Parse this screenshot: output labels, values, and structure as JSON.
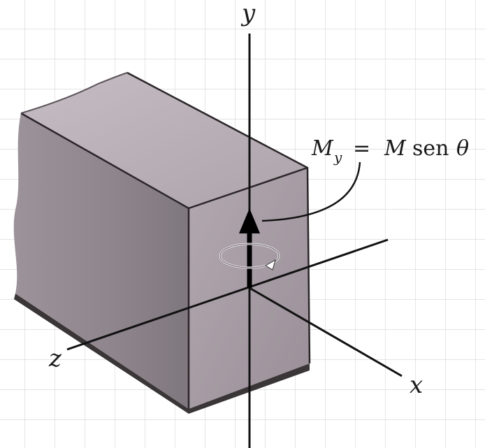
{
  "axes": {
    "x_label": "x",
    "y_label": "y",
    "z_label": "z"
  },
  "moment": {
    "symbol": "M",
    "subscript": "y",
    "equals": "=",
    "rhs_symbol": "M",
    "rhs_function": "sen",
    "rhs_angle": "θ"
  },
  "colors": {
    "grid": "#dcdcdc",
    "block_front": "#a2979f",
    "block_top": "#bdb3bb",
    "block_left": "#8f868d",
    "ink": "#111111"
  }
}
